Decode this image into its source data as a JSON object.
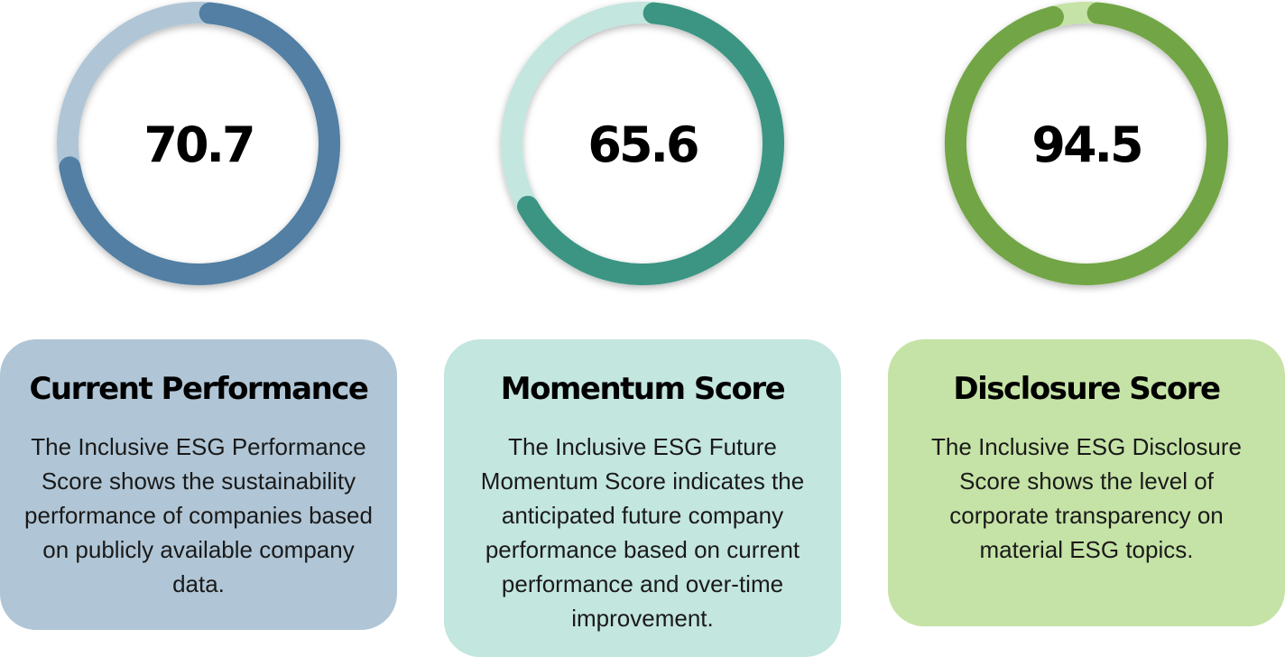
{
  "chart_data": [
    {
      "type": "gauge",
      "value": 70.7,
      "max": 100,
      "label": "70.7",
      "colors": {
        "fill": "#527fa3",
        "track": "#b0c6d6",
        "card": "#b0c6d6"
      },
      "card": {
        "title": "Current Performance",
        "description": "The Inclusive ESG Performance Score shows the sustainability performance of companies based on publicly available company data."
      }
    },
    {
      "type": "gauge",
      "value": 65.6,
      "max": 100,
      "label": "65.6",
      "colors": {
        "fill": "#3b9582",
        "track": "#c3e6df",
        "card": "#c3e6df"
      },
      "card": {
        "title": "Momentum Score",
        "description": "The Inclusive ESG Future Momentum Score indicates the anticipated future company performance based on current performance and over-time improvement."
      }
    },
    {
      "type": "gauge",
      "value": 94.5,
      "max": 100,
      "label": "94.5",
      "colors": {
        "fill": "#72a545",
        "track": "#c5e3a6",
        "card": "#c5e3a6"
      },
      "card": {
        "title": "Disclosure Score",
        "description": "The Inclusive ESG Disclosure Score shows the level of corporate transparency on material ESG topics."
      }
    }
  ]
}
